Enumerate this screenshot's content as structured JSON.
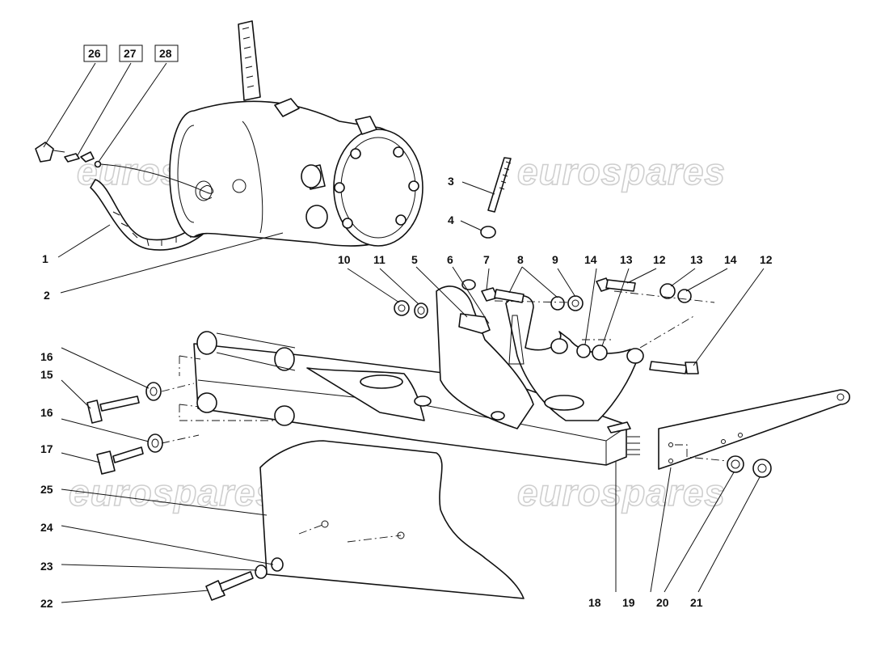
{
  "watermark": "eurospares",
  "callouts": {
    "c1": "1",
    "c2": "2",
    "c3": "3",
    "c4": "4",
    "c5": "5",
    "c6": "6",
    "c7": "7",
    "c8": "8",
    "c9": "9",
    "c10": "10",
    "c11": "11",
    "c12a": "12",
    "c12b": "12",
    "c13a": "13",
    "c13b": "13",
    "c14a": "14",
    "c14b": "14",
    "c15": "15",
    "c16a": "16",
    "c16b": "16",
    "c17": "17",
    "c18": "18",
    "c19": "19",
    "c20": "20",
    "c21": "21",
    "c22": "22",
    "c23": "23",
    "c24": "24",
    "c25": "25",
    "c26": "26",
    "c27": "27",
    "c28": "28"
  }
}
